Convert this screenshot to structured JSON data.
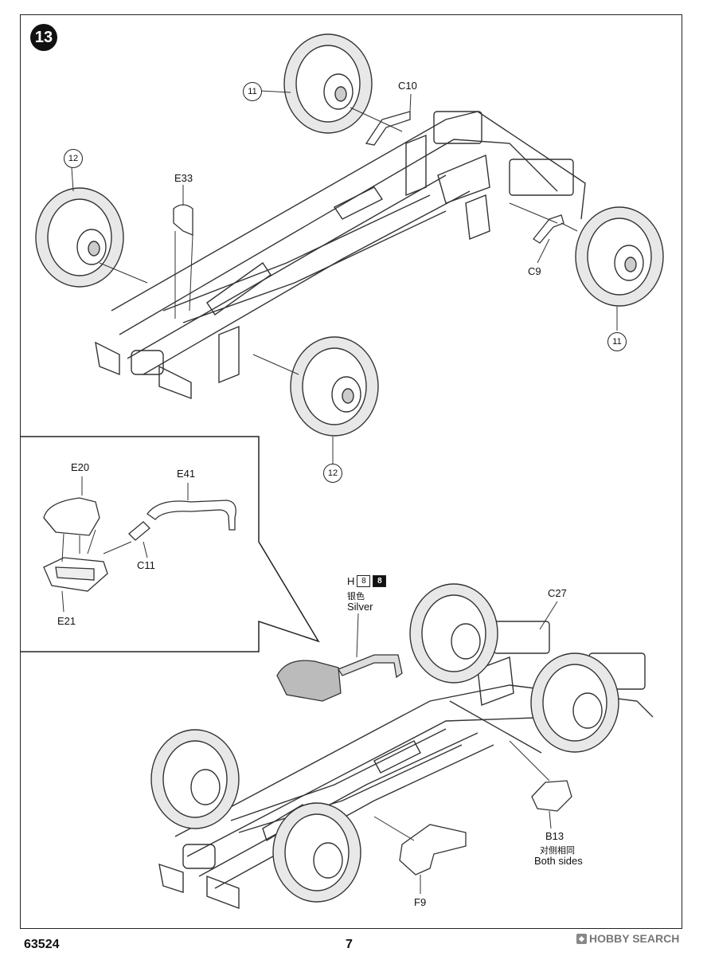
{
  "step": {
    "number": "13"
  },
  "callouts": {
    "c10": "C10",
    "c9": "C9",
    "e33": "E33",
    "wheel_11_top": "11",
    "wheel_11_right": "11",
    "wheel_12_left": "12",
    "wheel_12_bottom": "12",
    "e20": "E20",
    "e41": "E41",
    "c11": "C11",
    "e21": "E21",
    "c27": "C27",
    "b13": "B13",
    "b13_cn": "对侧相同",
    "b13_en": "Both sides",
    "f9": "F9"
  },
  "paint": {
    "code": "H",
    "light_box": "8",
    "dark_box": "8",
    "name_cn": "银色",
    "name_en": "Silver"
  },
  "footer": {
    "product_code": "63524",
    "page_number": "7"
  },
  "watermark": {
    "text": "HOBBY SEARCH"
  }
}
